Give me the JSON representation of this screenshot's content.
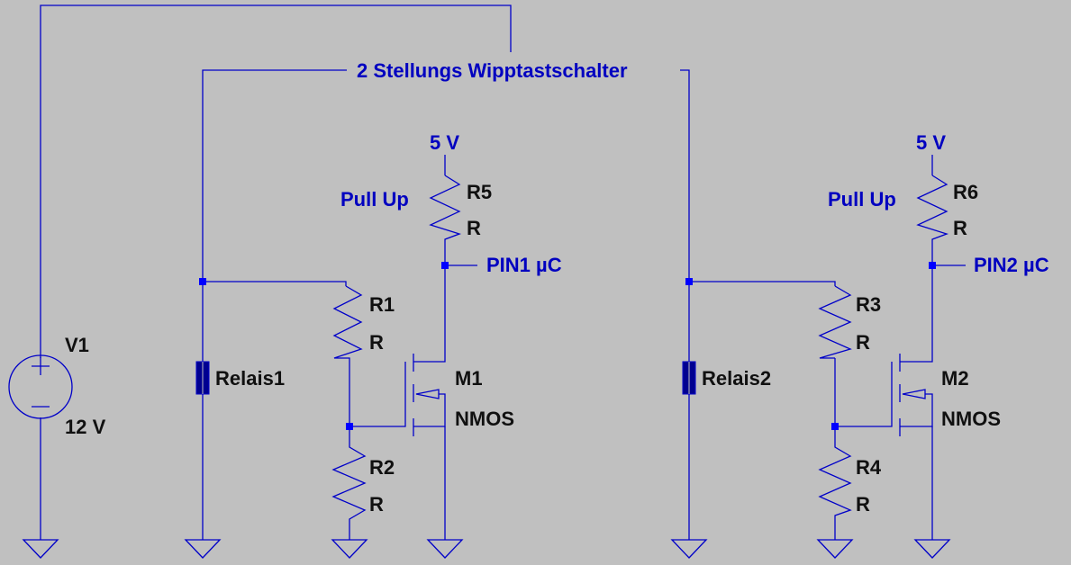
{
  "colors": {
    "background": "#c0c0c0",
    "wire": "#0000c8",
    "netlabel": "#0000c0",
    "component_text": "#101010"
  },
  "switch_label": "2 Stellungs Wipptastschalter",
  "source": {
    "name": "V1",
    "value": "12 V"
  },
  "channels": [
    {
      "relay": "Relais1",
      "gate_top_resistor": {
        "name": "R1",
        "value": "R"
      },
      "gate_bottom_resistor": {
        "name": "R2",
        "value": "R"
      },
      "pullup": {
        "name": "R5",
        "value": "R",
        "comment": "Pull Up",
        "supply": "5 V"
      },
      "output_net": "PIN1 µC",
      "mosfet": {
        "name": "M1",
        "type": "NMOS"
      }
    },
    {
      "relay": "Relais2",
      "gate_top_resistor": {
        "name": "R3",
        "value": "R"
      },
      "gate_bottom_resistor": {
        "name": "R4",
        "value": "R"
      },
      "pullup": {
        "name": "R6",
        "value": "R",
        "comment": "Pull Up",
        "supply": "5 V"
      },
      "output_net": "PIN2 µC",
      "mosfet": {
        "name": "M2",
        "type": "NMOS"
      }
    }
  ]
}
